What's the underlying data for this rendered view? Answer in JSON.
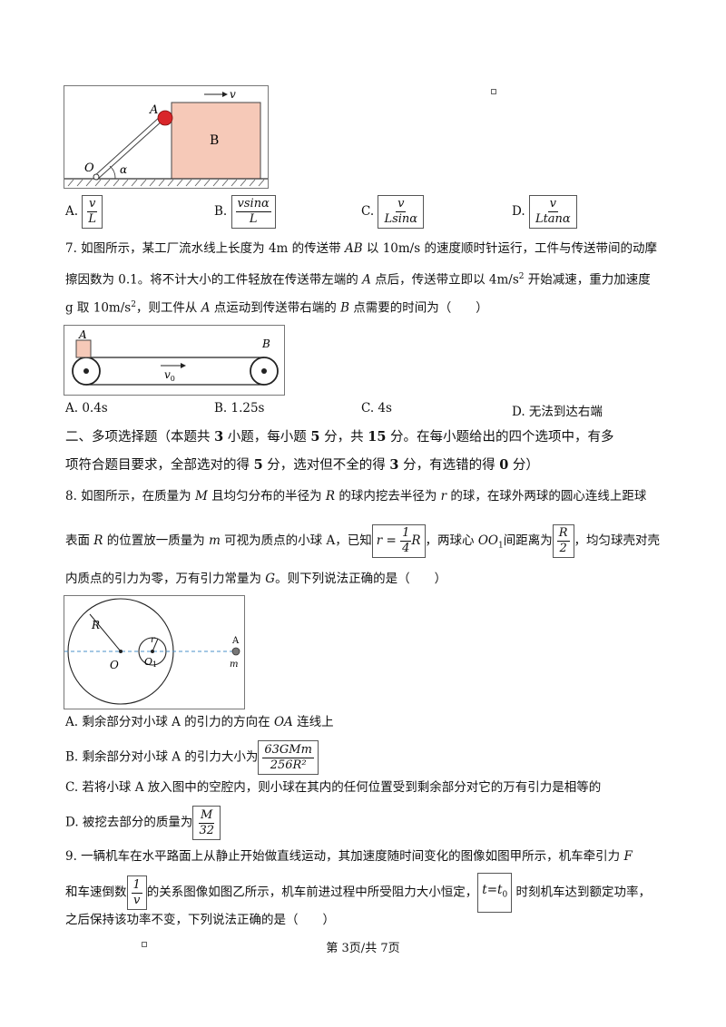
{
  "q6": {
    "figure": {
      "velocity": "v",
      "block": "B",
      "point_a": "A",
      "point_o": "O",
      "angle": "α"
    },
    "options": [
      {
        "letter": "A.",
        "num": "v",
        "den": "L"
      },
      {
        "letter": "B.",
        "num": "vsinα",
        "den": "L"
      },
      {
        "letter": "C.",
        "num": "v",
        "den": "Lsinα"
      },
      {
        "letter": "D.",
        "num": "v",
        "den": "Ltanα"
      }
    ]
  },
  "q7": {
    "line1_a": "7. 如图所示，某工厂流水线上长度为 4m 的传送带 ",
    "line1_ab": "AB",
    "line1_b": " 以 10m/s 的速度顺时针运行，工件与传送带间的动摩",
    "line2_a": "擦因数为 0.1。将不计大小的工件轻放在传送带左端的 ",
    "line2_A": "A",
    "line2_b": " 点后，传送带立即以 4m/s",
    "line2_sup": "2",
    "line2_c": " 开始减速，重力加速度",
    "line3_a": "g 取 10m/s",
    "line3_sup": "2",
    "line3_b": "，则工件从 ",
    "line3_A": "A",
    "line3_c": " 点运动到传送带右端的 ",
    "line3_B": "B",
    "line3_d": " 点需要的时间为（　　）",
    "figure": {
      "point_a": "A",
      "point_b": "B",
      "v0": "v",
      "v0_sub": "0"
    },
    "options": [
      "A. 0.4s",
      "B. 1.25s",
      "C. 4s",
      "D. 无法到达右端"
    ]
  },
  "section2": {
    "line1_a": "二、多项选择题（本题共 ",
    "n1": "3",
    "line1_b": " 小题，每小题 ",
    "n2": "5",
    "line1_c": " 分，共 ",
    "n3": "15",
    "line1_d": " 分。在每小题给出的四个选项中，有多",
    "line2_a": "项符合题目要求，全部选对的得 ",
    "n4": "5",
    "line2_b": " 分，选对但不全的得 ",
    "n5": "3",
    "line2_c": " 分，有选错的得 ",
    "n6": "0",
    "line2_d": " 分）"
  },
  "q8": {
    "line1_a": "8. 如图所示，在质量为 ",
    "M": "M",
    "line1_b": " 且均匀分布的半径为 ",
    "R": "R",
    "line1_c": " 的球内挖去半径为 ",
    "r": "r",
    "line1_d": " 的球，在球外两球的圆心连线上距球",
    "line2_a": "表面 ",
    "line2_R": "R",
    "line2_b": " 的位置放一质量为 ",
    "line2_m": "m",
    "line2_c": " 可视为质点的小球 A，已知",
    "eq_lhs": "r",
    "frac1_num": "1",
    "frac1_den": "4",
    "eq_rhs": "R",
    "line2_d": "，两球心 ",
    "oo1": "OO",
    "oo1_sub": "1",
    "line2_e": "间距离为",
    "frac2_num": "R",
    "frac2_den": "2",
    "line2_f": "，均匀球壳对壳",
    "line3_a": "内质点的引力为零，万有引力常量为 ",
    "G": "G",
    "line3_b": "。则下列说法正确的是（　　）",
    "figure": {
      "R": "R",
      "r": "r",
      "O": "O",
      "O1": "O",
      "O1_sub": "1",
      "A": "A",
      "m": "m"
    },
    "optA_a": "A. 剩余部分对小球 A 的引力的方向在 ",
    "optA_oa": "OA",
    "optA_b": " 连线上",
    "optB": "B. 剩余部分对小球 A 的引力大小为",
    "optB_num": "63GMm",
    "optB_den": "256R²",
    "optC": "C. 若将小球 A 放入图中的空腔内，则小球在其内的任何位置受到剩余部分对它的万有引力是相等的",
    "optD": "D. 被挖去部分的质量为",
    "optD_num": "M",
    "optD_den": "32"
  },
  "q9": {
    "line1_a": "9. 一辆机车在水平路面上从静止开始做直线运动，其加速度随时间变化的图像如图甲所示，机车牵引力 ",
    "F": "F",
    "line2_a": "和车速倒数",
    "frac_num": "1",
    "frac_den": "v",
    "line2_b": "的关系图像如图乙所示，机车前进过程中所受阻力大小恒定，",
    "t_eq": "t=t",
    "t_sub": "0",
    "line2_c": " 时刻机车达到额定功率，",
    "line3": "之后保持该功率不变，下列说法正确的是（　　）"
  },
  "footer": {
    "page": "第 3页/共 7页"
  }
}
